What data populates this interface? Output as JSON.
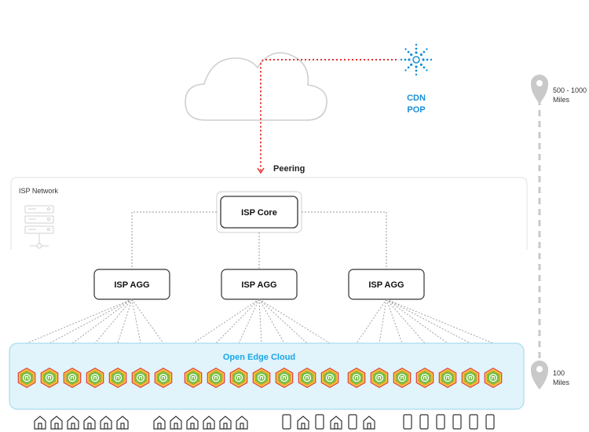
{
  "top_caption": "",
  "cdn": {
    "line1": "CDN",
    "line2": "POP",
    "color": "#1a8fd6",
    "icon": "sparkle-node-icon"
  },
  "peering_label": "Peering",
  "isp_network_label": "ISP Network",
  "isp_core_label": "ISP Core",
  "isp_agg_label": "ISP AGG",
  "open_edge_cloud_label": "Open Edge Cloud",
  "distance_top": {
    "line1": "500 - 1000",
    "line2": "Miles"
  },
  "distance_bottom": {
    "line1": "100",
    "line2": "Miles"
  },
  "colors": {
    "peering_line": "#e53030",
    "edge_band_fill": "#e1f3fb",
    "edge_band_stroke": "#a9dcf1",
    "edge_label": "#1aa7e6",
    "node_green": "#74c043",
    "node_orange": "#f0a030",
    "node_red": "#e04848",
    "node_yellow": "#f3d13b",
    "location_pin": "#c9c9c9",
    "connector": "#9a9a9a"
  },
  "agg_groups": [
    {
      "label": "ISP AGG",
      "edge_nodes": 7
    },
    {
      "label": "ISP AGG",
      "edge_nodes": 7
    },
    {
      "label": "ISP AGG",
      "edge_nodes": 7
    }
  ],
  "endpoints": {
    "group1": [
      "house",
      "house",
      "house",
      "house",
      "house",
      "house"
    ],
    "group2": [
      "house",
      "house",
      "house",
      "house",
      "house",
      "house"
    ],
    "group3": [
      "phone",
      "house",
      "phone",
      "house",
      "phone",
      "house"
    ],
    "group4": [
      "phone",
      "phone",
      "phone",
      "phone",
      "phone",
      "phone"
    ]
  },
  "icons": [
    "cloud-icon",
    "server-rack-icon",
    "location-pin-icon",
    "edge-node-icon",
    "house-icon",
    "phone-icon"
  ]
}
